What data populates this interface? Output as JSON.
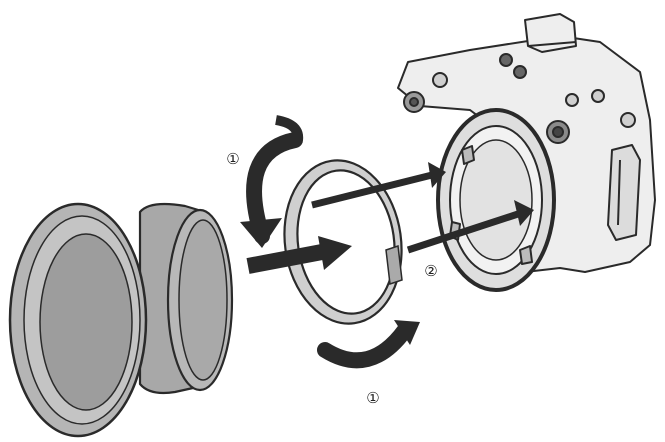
{
  "steps": [
    {
      "number": "①",
      "meaning": "rotate"
    },
    {
      "number": "②",
      "meaning": "attach"
    },
    {
      "number": "①",
      "meaning": "rotate"
    }
  ],
  "colors": {
    "line": "#2a2a2a",
    "housing": "#eeeeee",
    "lens_fill": "#bdbdbd",
    "lens_dark": "#9d9d9d",
    "ring_fill": "#cfcfcf",
    "arrow": "#2a2a2a"
  }
}
